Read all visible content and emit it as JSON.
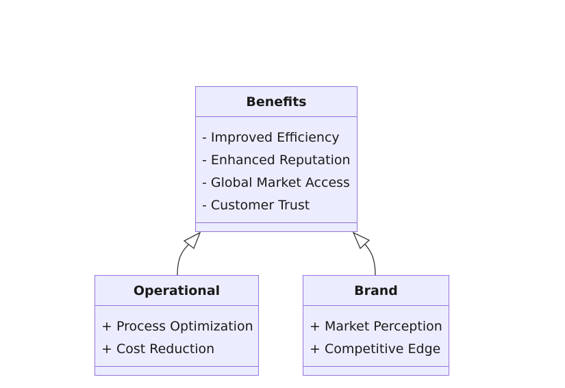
{
  "classes": {
    "benefits": {
      "name": "Benefits",
      "members": [
        "- Improved Efficiency",
        "- Enhanced Reputation",
        "- Global Market Access",
        "- Customer Trust"
      ]
    },
    "operational": {
      "name": "Operational",
      "members": [
        "+ Process Optimization",
        "+ Cost Reduction"
      ]
    },
    "brand": {
      "name": "Brand",
      "members": [
        "+ Market Perception",
        "+ Competitive Edge"
      ]
    }
  },
  "relations": [
    {
      "from": "Operational",
      "to": "Benefits",
      "type": "inheritance"
    },
    {
      "from": "Brand",
      "to": "Benefits",
      "type": "inheritance"
    }
  ],
  "colors": {
    "node_fill": "#ececff",
    "node_border": "#9370db",
    "edge": "#333333"
  }
}
